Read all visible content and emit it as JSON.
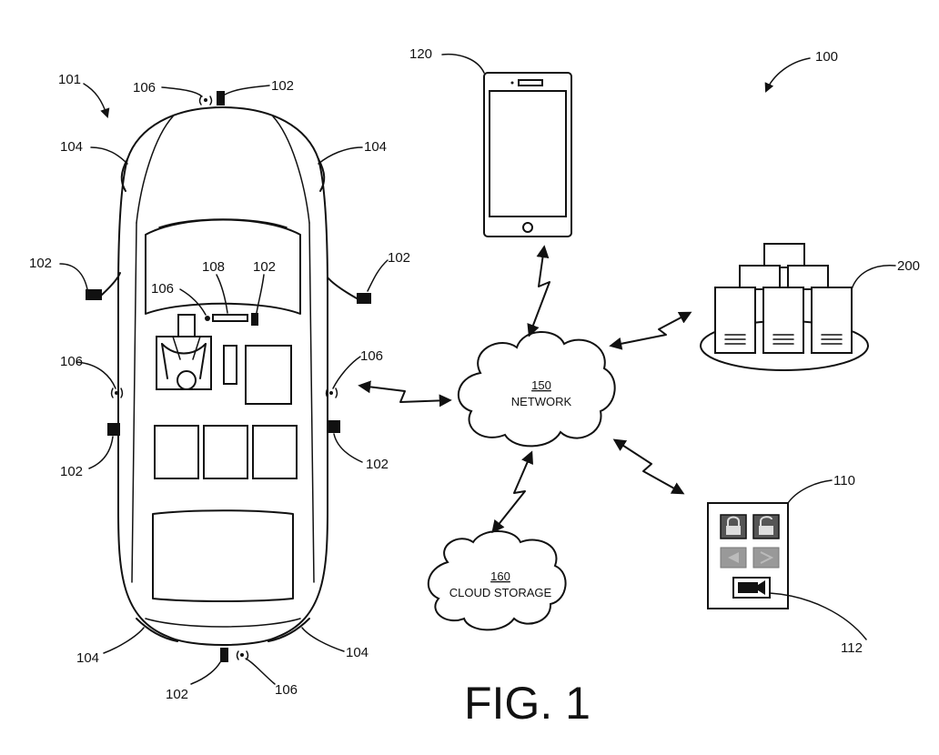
{
  "figure": {
    "title": "FIG. 1",
    "system_ref": "100",
    "vehicle_ref": "101",
    "device_ref": "120",
    "server_ref": "200",
    "control_panel_ref": "110",
    "camera_button_ref": "112",
    "network": {
      "number": "150",
      "label": "NETWORK"
    },
    "cloud_storage": {
      "number": "160",
      "label": "CLOUD STORAGE"
    },
    "sensor_ref": "102",
    "mirror_ref": "104",
    "antenna_ref": "106",
    "dashboard_ref": "108"
  }
}
